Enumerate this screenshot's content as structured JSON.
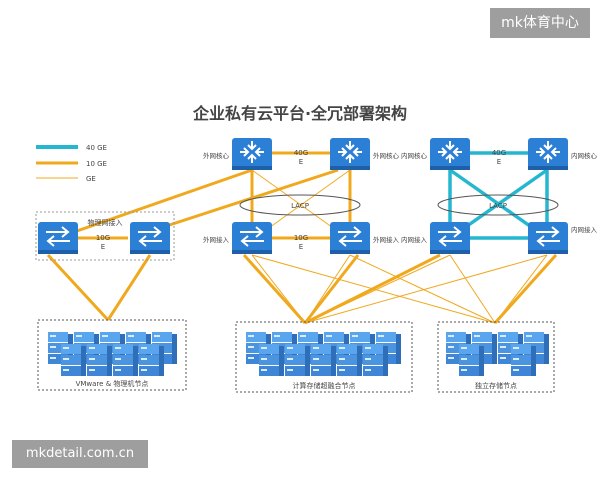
{
  "title": "企业私有云平台·全冗部署架构",
  "watermark_top": "mk体育中心",
  "watermark_bottom": "mkdetail.com.cn",
  "legend": [
    {
      "label": "40 GE",
      "color": "#25b7cf"
    },
    {
      "label": "10 GE",
      "color": "#f0a81c"
    },
    {
      "label": "GE",
      "color": "#f0a81c"
    }
  ],
  "labels": {
    "physical_access": "物理网接入",
    "ext_core_left": "外网核心",
    "ext_core_right": "外网核心",
    "int_core_left": "内网核心",
    "int_core_right": "内网核心",
    "ext_access_left": "外网接入",
    "ext_access_right": "外网接入",
    "int_access_left": "内网接入",
    "int_access_right": "内网接入",
    "lacp_1": "LACP",
    "lacp_2": "LACP",
    "link_40g_1_a": "40G",
    "link_40g_1_b": "E",
    "link_40g_2_a": "40G",
    "link_40g_2_b": "E",
    "link_10g_1_a": "10G",
    "link_10g_1_b": "E",
    "link_10g_2_a": "10G",
    "link_10g_2_b": "E"
  },
  "nodes": {
    "vmware": "VMware & 物理机节点",
    "compute": "计算存储超融合节点",
    "storage": "独立存储节点"
  },
  "colors": {
    "switch": "#2b7fd4",
    "switch_dark": "#1d5fa8",
    "server": "#4a9be8",
    "line_40g": "#25b7cf",
    "line_10g": "#f0a81c"
  }
}
